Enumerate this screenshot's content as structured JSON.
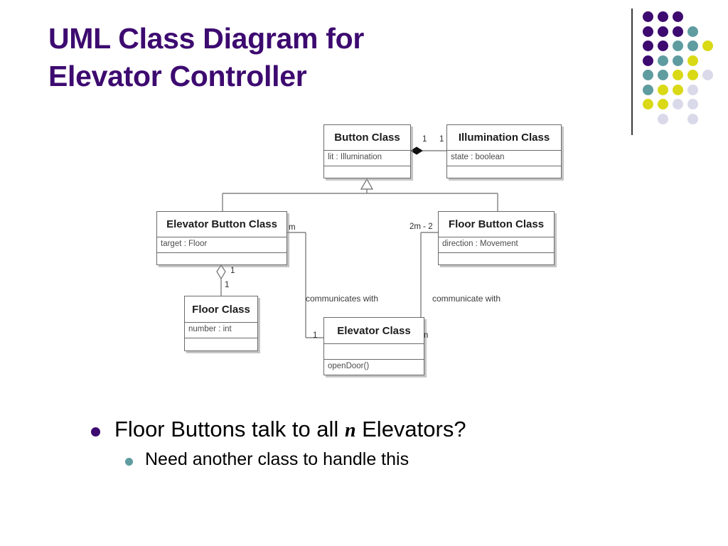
{
  "slide": {
    "title_line1": "UML Class Diagram for",
    "title_line2": "Elevator Controller",
    "title_color": "#3d0a70",
    "background": "#ffffff"
  },
  "logo": {
    "name": "dot-matrix-logo",
    "colors": {
      "purple": "#3d0a70",
      "teal": "#5f9ca0",
      "yellow": "#d9d916",
      "lavender": "#d9d9ea"
    },
    "dots": [
      {
        "row": 0,
        "col": 0,
        "color": "#3d0a70"
      },
      {
        "row": 0,
        "col": 1,
        "color": "#3d0a70"
      },
      {
        "row": 0,
        "col": 2,
        "color": "#3d0a70"
      },
      {
        "row": 1,
        "col": 0,
        "color": "#3d0a70"
      },
      {
        "row": 1,
        "col": 1,
        "color": "#3d0a70"
      },
      {
        "row": 1,
        "col": 2,
        "color": "#3d0a70"
      },
      {
        "row": 1,
        "col": 3,
        "color": "#5f9ca0"
      },
      {
        "row": 2,
        "col": 0,
        "color": "#3d0a70"
      },
      {
        "row": 2,
        "col": 1,
        "color": "#3d0a70"
      },
      {
        "row": 2,
        "col": 2,
        "color": "#5f9ca0"
      },
      {
        "row": 2,
        "col": 3,
        "color": "#5f9ca0"
      },
      {
        "row": 2,
        "col": 4,
        "color": "#d9d916"
      },
      {
        "row": 3,
        "col": 0,
        "color": "#3d0a70"
      },
      {
        "row": 3,
        "col": 1,
        "color": "#5f9ca0"
      },
      {
        "row": 3,
        "col": 2,
        "color": "#5f9ca0"
      },
      {
        "row": 3,
        "col": 3,
        "color": "#d9d916"
      },
      {
        "row": 4,
        "col": 0,
        "color": "#5f9ca0"
      },
      {
        "row": 4,
        "col": 1,
        "color": "#5f9ca0"
      },
      {
        "row": 4,
        "col": 2,
        "color": "#d9d916"
      },
      {
        "row": 4,
        "col": 3,
        "color": "#d9d916"
      },
      {
        "row": 4,
        "col": 4,
        "color": "#d9d9ea"
      },
      {
        "row": 5,
        "col": 0,
        "color": "#5f9ca0"
      },
      {
        "row": 5,
        "col": 1,
        "color": "#d9d916"
      },
      {
        "row": 5,
        "col": 2,
        "color": "#d9d916"
      },
      {
        "row": 5,
        "col": 3,
        "color": "#d9d9ea"
      },
      {
        "row": 6,
        "col": 0,
        "color": "#d9d916"
      },
      {
        "row": 6,
        "col": 1,
        "color": "#d9d916"
      },
      {
        "row": 6,
        "col": 2,
        "color": "#d9d9ea"
      },
      {
        "row": 6,
        "col": 3,
        "color": "#d9d9ea"
      },
      {
        "row": 7,
        "col": 1,
        "color": "#d9d9ea"
      },
      {
        "row": 7,
        "col": 3,
        "color": "#d9d9ea"
      }
    ]
  },
  "diagram": {
    "type": "uml-class-diagram",
    "classes": [
      {
        "id": "button",
        "name": "Button Class",
        "attributes": [
          "lit : Illumination"
        ],
        "operations": []
      },
      {
        "id": "illumination",
        "name": "Illumination Class",
        "attributes": [
          "state : boolean"
        ],
        "operations": []
      },
      {
        "id": "elevator_button",
        "name": "Elevator Button Class",
        "attributes": [
          "target : Floor"
        ],
        "operations": []
      },
      {
        "id": "floor_button",
        "name": "Floor Button Class",
        "attributes": [
          "direction : Movement"
        ],
        "operations": []
      },
      {
        "id": "floor",
        "name": "Floor Class",
        "attributes": [
          "number : int"
        ],
        "operations": []
      },
      {
        "id": "elevator",
        "name": "Elevator Class",
        "attributes": [
          ""
        ],
        "operations": [
          "openDoor()"
        ]
      }
    ],
    "multiplicities": {
      "button_to_illumination_src": "1",
      "button_to_illumination_dst": "1",
      "elevator_button_right": "m",
      "floor_button_left": "2m - 2",
      "elevator_button_diamond": "1",
      "floor_class_top": "1",
      "elevator_left": "1",
      "elevator_right": "n"
    },
    "association_labels": {
      "left": "communicates with",
      "right": "communicate with"
    },
    "relationships": [
      {
        "from": "button",
        "to": "illumination",
        "kind": "composition"
      },
      {
        "from": "elevator_button",
        "to": "button",
        "kind": "generalization"
      },
      {
        "from": "floor_button",
        "to": "button",
        "kind": "generalization"
      },
      {
        "from": "elevator_button",
        "to": "floor",
        "kind": "aggregation"
      },
      {
        "from": "elevator_button",
        "to": "elevator",
        "kind": "association"
      },
      {
        "from": "floor_button",
        "to": "elevator",
        "kind": "association"
      }
    ]
  },
  "bullets": [
    {
      "level": 1,
      "marker_color": "#3d0a70",
      "text_before": "Floor Buttons talk to all ",
      "emphasis": "n",
      "text_after": " Elevators?"
    },
    {
      "level": 2,
      "marker_color": "#5f9ca0",
      "text": "Need another class to handle this"
    }
  ]
}
